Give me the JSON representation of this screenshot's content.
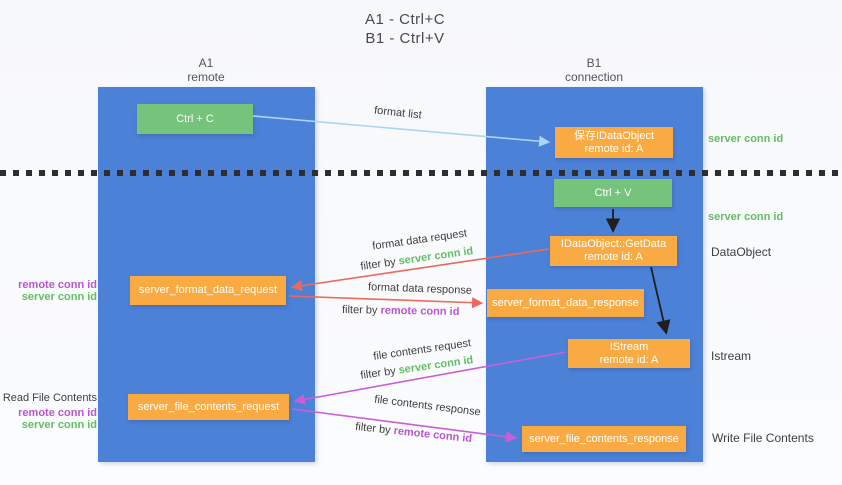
{
  "title": {
    "line1": "A1 - Ctrl+C",
    "line2": "B1 - Ctrl+V"
  },
  "lanes": {
    "a1": {
      "name": "A1",
      "subtitle": "remote"
    },
    "b1": {
      "name": "B1",
      "subtitle": "connection"
    }
  },
  "nodes": {
    "ctrl_c": {
      "label": "Ctrl + C"
    },
    "ctrl_v": {
      "label": "Ctrl + V"
    },
    "save_dataobject": {
      "line1": "保存IDataObject",
      "line2": "remote id: A"
    },
    "getdata": {
      "line1": "IDataObject::GetData",
      "line2": "remote id: A"
    },
    "istream": {
      "line1": "IStream",
      "line2": "remote id: A"
    },
    "server_format_data_request": {
      "label": "server_format_data_request"
    },
    "server_format_data_response": {
      "label": "server_format_data_response"
    },
    "server_file_contents_request": {
      "label": "server_file_contents_request"
    },
    "server_file_contents_response": {
      "label": "server_file_contents_response"
    }
  },
  "arrow_labels": {
    "format_list": "format list",
    "format_data_request": "format data request",
    "format_data_response": "format data response",
    "file_contents_request": "file contents request",
    "file_contents_response": "file contents response",
    "filter_by": "filter by",
    "server_conn_id": "server conn id",
    "remote_conn_id": "remote conn id"
  },
  "side_labels": {
    "right": {
      "server_conn_id_1": "server conn id",
      "server_conn_id_2": "server conn id",
      "dataobject": "DataObject",
      "istream": "Istream",
      "write_file_contents": "Write File Contents"
    },
    "left": {
      "remote_conn_id_1": "remote conn id",
      "server_conn_id_1": "server conn id",
      "read_file_contents": "Read File Contents",
      "remote_conn_id_2": "remote conn id",
      "server_conn_id_2": "server conn id"
    }
  },
  "colors": {
    "lane_blue": "#4c81d8",
    "action_green": "#76c47c",
    "message_orange": "#f9aa42",
    "conn_green_text": "#62bd66",
    "conn_purple_text": "#ba55d3",
    "arrow_red": "#e96a5c",
    "arrow_magenta": "#cb5ed8",
    "arrow_lightblue": "#aad5f4",
    "arrow_black": "#1f1f1f"
  }
}
